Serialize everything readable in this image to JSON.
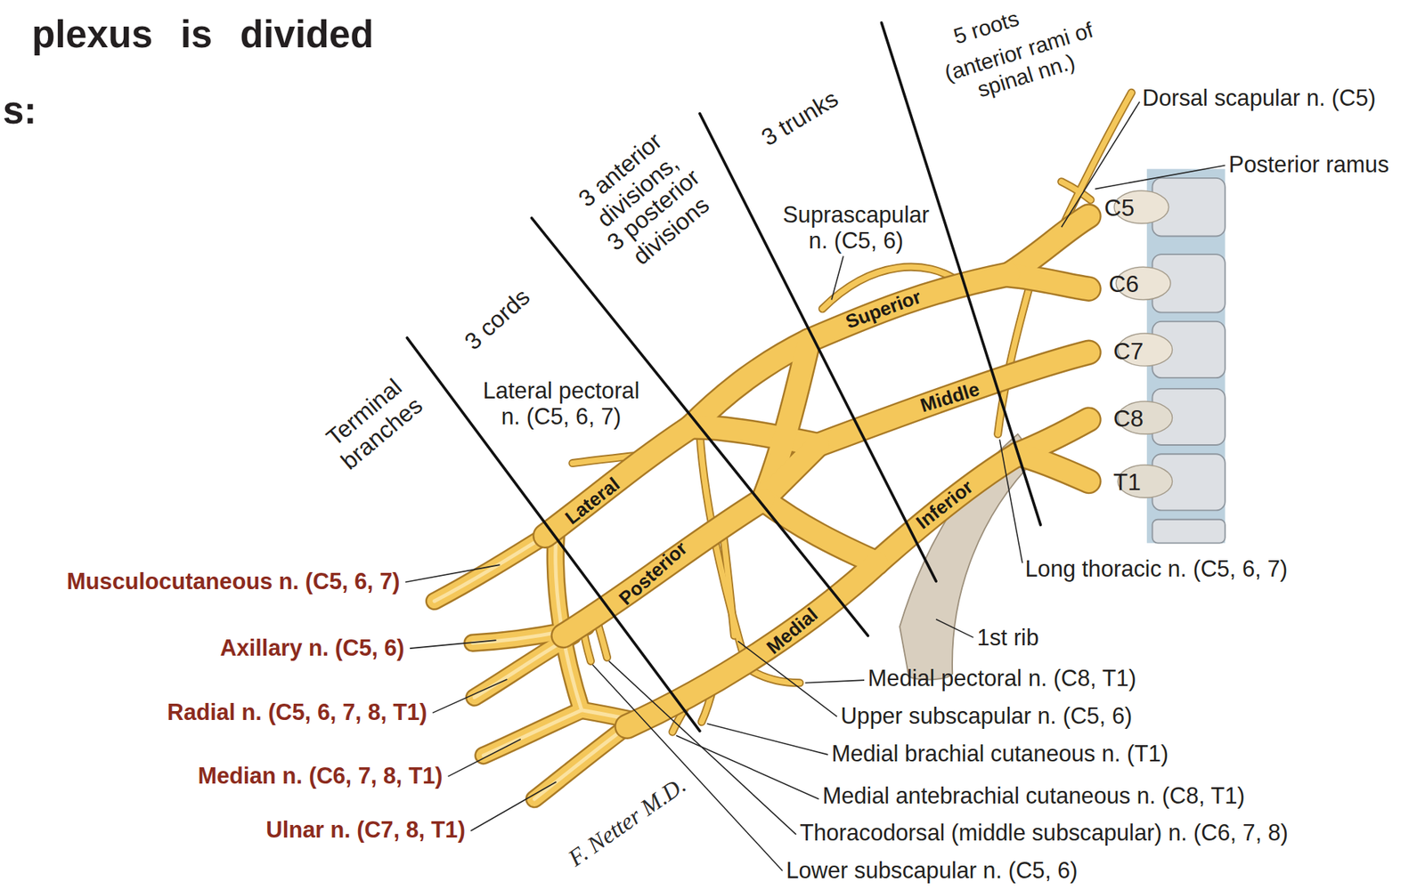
{
  "diagram": {
    "title": "plexus is divided",
    "labels": [
      "s:",
      "5 roots",
      "(anterior rami of spinal nn.)",
      "3 trunks",
      "3 anterior divisions,",
      "3 posterior divisions",
      "3 cords",
      "Terminal branches",
      "Dorsal scapular n. (C5)",
      "Posterior ramus",
      "C5",
      "C6",
      "C7",
      "C8",
      "T1",
      "Suprascapular n. (C5, 6)",
      "Superior",
      "Middle",
      "Inferior",
      "Lateral pectoral n. (C5, 6, 7)",
      "Lateral",
      "Posterior",
      "Medial",
      "Long thoracic n. (C5, 6, 7)",
      "1st rib",
      "Medial pectoral n. (C8, T1)",
      "Upper subscapular n. (C5, 6)",
      "Medial brachial cutaneous n. (T1)",
      "Medial antebrachial cutaneous n. (C8, T1)",
      "Thoracodorsal (middle subscapular) n. (C6, 7, 8)",
      "Lower subscapular n. (C5, 6)",
      "Musculocutaneous n. (C5, 6, 7)",
      "Axillary n. (C5, 6)",
      "Radial n. (C5, 6, 7, 8, T1)",
      "Median n. (C6, 7, 8, T1)",
      "Ulnar n. (C7, 8, T1)",
      "F. Netter M.D."
    ]
  }
}
